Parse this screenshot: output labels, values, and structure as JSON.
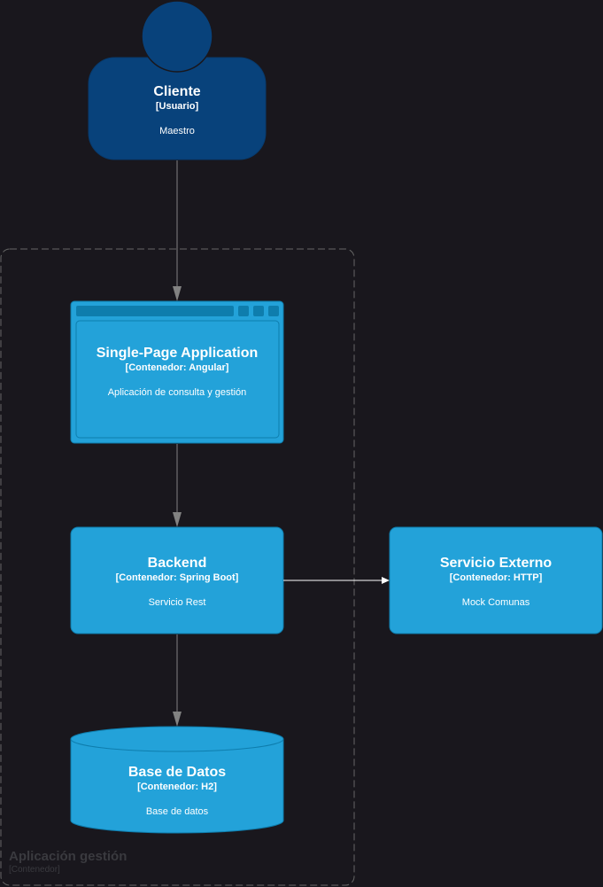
{
  "colors": {
    "background": "#19171d",
    "person_fill": "#08427b",
    "person_stroke": "#073b6f",
    "container_fill": "#23a2d9",
    "container_stroke": "#0e7dad",
    "boundary_stroke": "#666666",
    "arrow": "#828282",
    "text": "#ffffff",
    "boundary_text": "#3a3a3f"
  },
  "person": {
    "title": "Cliente",
    "type": "[Usuario]",
    "description": "Maestro"
  },
  "boundary": {
    "title": "Aplicación gestión",
    "type": "[Contenedor]"
  },
  "spa": {
    "title": "Single-Page Application",
    "type": "[Contenedor: Angular]",
    "description": "Aplicación de consulta y gestión"
  },
  "backend": {
    "title": "Backend",
    "type": "[Contenedor: Spring Boot]",
    "description": "Servicio Rest"
  },
  "external": {
    "title": "Servicio Externo",
    "type": "[Contenedor: HTTP]",
    "description": "Mock Comunas"
  },
  "database": {
    "title": "Base de Datos",
    "type": "[Contenedor: H2]",
    "description": "Base de datos"
  }
}
